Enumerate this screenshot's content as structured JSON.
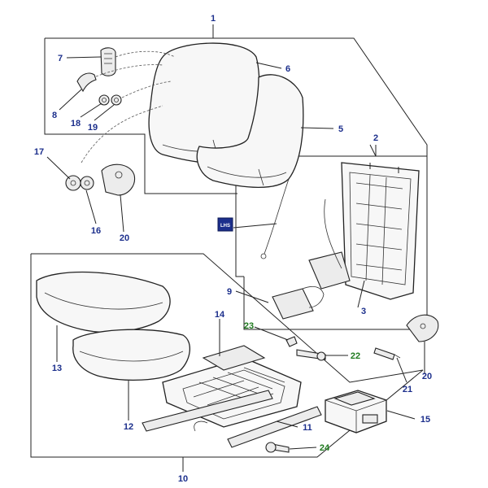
{
  "colors": {
    "callout_blue": "#1c2f8c",
    "callout_green": "#1f7a1f",
    "badge_bg": "#1c2f8c",
    "badge_text": "#ffffff"
  },
  "callouts": {
    "c1": "1",
    "c2": "2",
    "c3": "3",
    "c5": "5",
    "c6": "6",
    "c7": "7",
    "c8": "8",
    "c9": "9",
    "c10": "10",
    "c11": "11",
    "c12": "12",
    "c13": "13",
    "c14": "14",
    "c15": "15",
    "c16": "16",
    "c17": "17",
    "c18": "18",
    "c19": "19",
    "c20a": "20",
    "c20b": "20",
    "c21": "21",
    "c22": "22",
    "c23": "23",
    "c24": "24"
  },
  "badge": {
    "text": "LHS"
  }
}
